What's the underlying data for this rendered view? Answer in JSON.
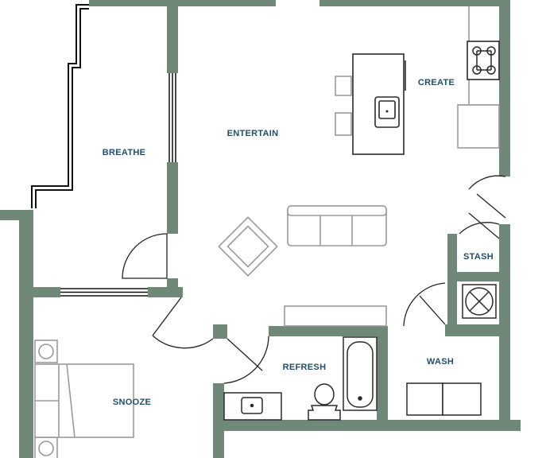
{
  "colors": {
    "wall": "#6f8877",
    "fixture": "#9a9a9a",
    "fixture_dark": "#2a2a2a",
    "window": "#111111",
    "label": "#1f4e6b",
    "background": "#ffffff"
  },
  "rooms": {
    "breathe": "BREATHE",
    "entertain": "ENTERTAIN",
    "create": "CREATE",
    "stash": "STASH",
    "refresh": "REFRESH",
    "wash": "WASH",
    "snooze": "SNOOZE"
  },
  "fixtures": {
    "kitchen": [
      "island-icon",
      "sink-icon",
      "stool-icon",
      "range-icon",
      "refrigerator-icon"
    ],
    "living": [
      "sofa-icon",
      "armchair-icon",
      "console-icon"
    ],
    "bath": [
      "bathtub-icon",
      "toilet-icon",
      "vanity-icon"
    ],
    "laundry": [
      "washer-icon",
      "dryer-icon",
      "water-heater-icon"
    ],
    "bedroom": [
      "bed-icon",
      "nightstand-icon"
    ]
  }
}
